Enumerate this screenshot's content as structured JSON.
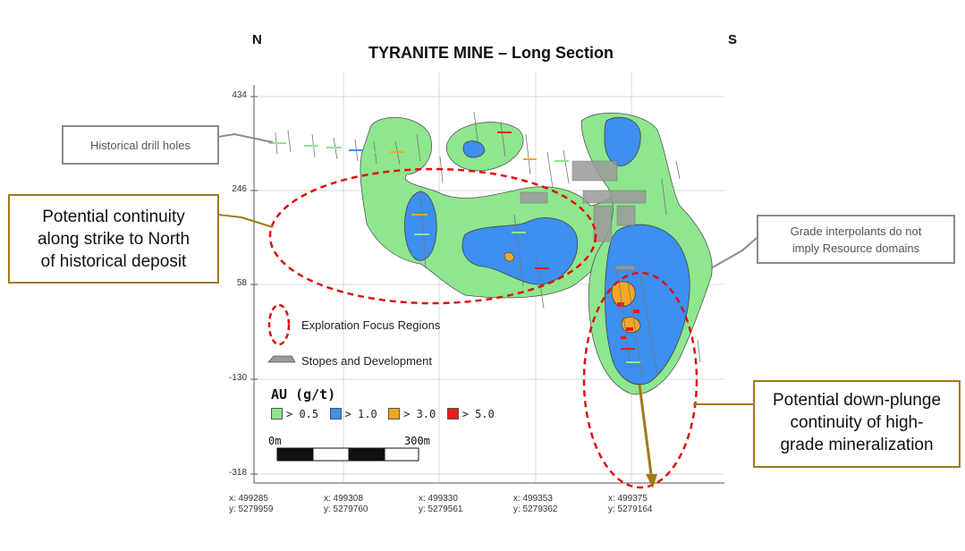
{
  "title": "TYRANITE MINE – Long Section",
  "compass": {
    "north": "N",
    "south": "S"
  },
  "y_axis": {
    "ticks": [
      "434",
      "246",
      "58",
      "-130",
      "-318"
    ]
  },
  "x_axis": {
    "ticks": [
      {
        "x": "x: 499285",
        "y": "y: 5279959"
      },
      {
        "x": "x: 499308",
        "y": "y: 5279760"
      },
      {
        "x": "x: 499330",
        "y": "y: 5279561"
      },
      {
        "x": "x: 499353",
        "y": "y: 5279362"
      },
      {
        "x": "x: 499375",
        "y": "y: 5279164"
      }
    ]
  },
  "callouts": {
    "historical_drill_holes": "Historical drill holes",
    "grade_interpolants": [
      "Grade interpolants do not",
      "imply Resource domains"
    ],
    "continuity_north": [
      "Potential continuity",
      "along strike to North",
      "of historical deposit"
    ],
    "down_plunge": [
      "Potential down-plunge",
      "continuity of high-",
      "grade mineralization"
    ]
  },
  "legend": {
    "exploration": "Exploration Focus Regions",
    "stopes": "Stopes and Development",
    "au_title": "AU (g/t)",
    "grades": [
      {
        "label": "> 0.5",
        "color": "#8ee68e"
      },
      {
        "label": "> 1.0",
        "color": "#3d8ff0"
      },
      {
        "label": "> 3.0",
        "color": "#f5a623"
      },
      {
        "label": "> 5.0",
        "color": "#e81c1c"
      }
    ],
    "scale": {
      "start": "0m",
      "end": "300m"
    }
  },
  "colors": {
    "low_grade": "#8ee68e",
    "mid_grade": "#3d8ff0",
    "high_grade": "#f5a623",
    "very_high_grade": "#e81c1c",
    "focus_ellipse": "#e01010",
    "gold_callout": "#a2791a",
    "grey_callout": "#8c8c8c"
  }
}
